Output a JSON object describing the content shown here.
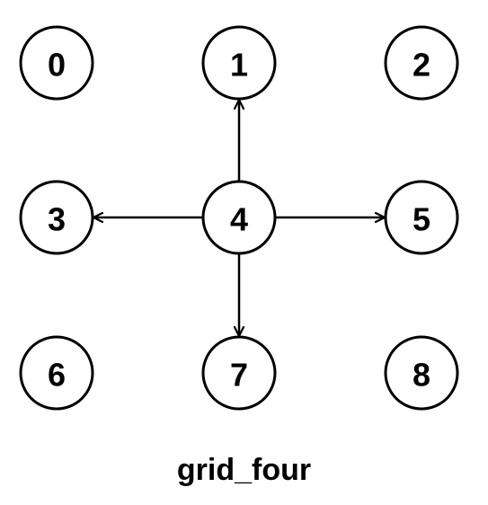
{
  "caption": "grid_four",
  "colors": {
    "stroke": "#000000",
    "fill": "#ffffff"
  },
  "nodes": [
    "0",
    "1",
    "2",
    "3",
    "4",
    "5",
    "6",
    "7",
    "8"
  ],
  "edges": [
    {
      "from": "4",
      "to": "1"
    },
    {
      "from": "4",
      "to": "3"
    },
    {
      "from": "4",
      "to": "5"
    },
    {
      "from": "4",
      "to": "7"
    }
  ]
}
